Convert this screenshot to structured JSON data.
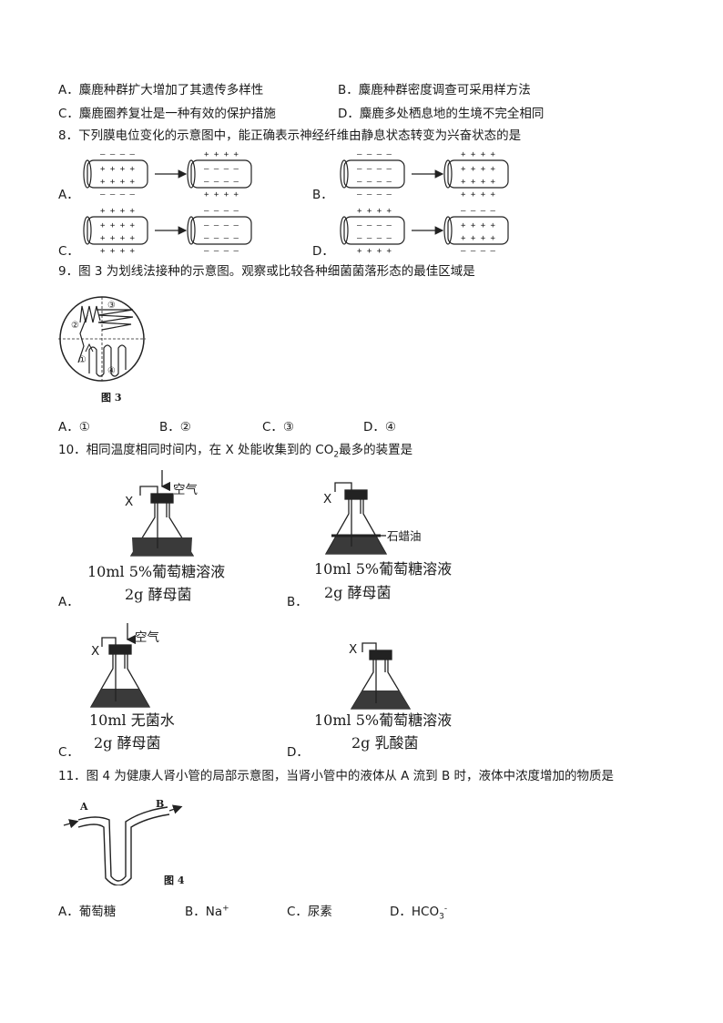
{
  "q7": {
    "A": "A．麋鹿种群扩大增加了其遗传多样性",
    "B": "B．麋鹿种群密度调查可采用样方法",
    "C": "C．麋鹿圈养复壮是一种有效的保护措施",
    "D": "D．麋鹿多处栖息地的生境不完全相同"
  },
  "q8": {
    "stem": "8．下列膜电位变化的示意图中，能正确表示神经纤维由静息状态转变为兴奋状态的是",
    "A": "A．",
    "B": "B．",
    "C": "C．",
    "D": "D．"
  },
  "q9": {
    "stem": "9．图 3 为划线法接种的示意图。观察或比较各种细菌菌落形态的最佳区域是",
    "figure_caption": "图 3",
    "region_labels": [
      "①",
      "②",
      "③",
      "④"
    ],
    "A": "A．①",
    "B": "B．②",
    "C": "C．③",
    "D": "D．④"
  },
  "q10": {
    "stem_pre": "10．相同温度相同时间内，在 X 处能收集到的 CO",
    "stem_sub": "2",
    "stem_post": "最多的装置是",
    "x_label": "X",
    "air": "空气",
    "paraffin": "石蜡油",
    "A": {
      "letter": "A．",
      "line1": "10ml 5%葡萄糖溶液",
      "line2": "2g 酵母菌"
    },
    "B": {
      "letter": "B．",
      "line1": "10ml 5%葡萄糖溶液",
      "line2": "2g 酵母菌"
    },
    "C": {
      "letter": "C．",
      "line1": "10ml  无菌水",
      "line2": "2g 酵母菌"
    },
    "D": {
      "letter": "D．",
      "line1": "10ml 5%葡萄糖溶液",
      "line2": "2g 乳酸菌"
    }
  },
  "q11": {
    "stem": "11．图 4 为健康人肾小管的局部示意图，当肾小管中的液体从 A 流到 B 时，液体中浓度增加的物质是",
    "label_a": "A",
    "label_b": "B",
    "figure_caption": "图 4",
    "A": "A．葡萄糖",
    "B_pre": "B．Na",
    "B_sup": "+",
    "C": "C．尿素",
    "D_pre": "D．HCO",
    "D_sub": "3",
    "D_sup": "-"
  }
}
